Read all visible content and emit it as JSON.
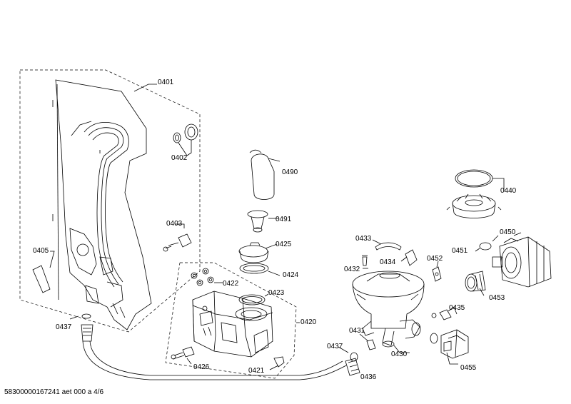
{
  "diagram": {
    "labels": {
      "p0401": "0401",
      "p0402": "0402",
      "p0403": "0403",
      "p0405": "0405",
      "p0420": "0420",
      "p0421": "0421",
      "p0422": "0422",
      "p0423": "0423",
      "p0424": "0424",
      "p0425": "0425",
      "p0426": "0426",
      "p0430": "0430",
      "p0431": "0431",
      "p0432": "0432",
      "p0433": "0433",
      "p0434": "0434",
      "p0435": "0435",
      "p0436": "0436",
      "p0437a": "0437",
      "p0437b": "0437",
      "p0440": "0440",
      "p0450": "0450",
      "p0451": "0451",
      "p0452": "0452",
      "p0453": "0453",
      "p0455": "0455",
      "p0490": "0490",
      "p0491": "0491"
    },
    "footer": "58300000167241 aet 000 a 4/6"
  }
}
